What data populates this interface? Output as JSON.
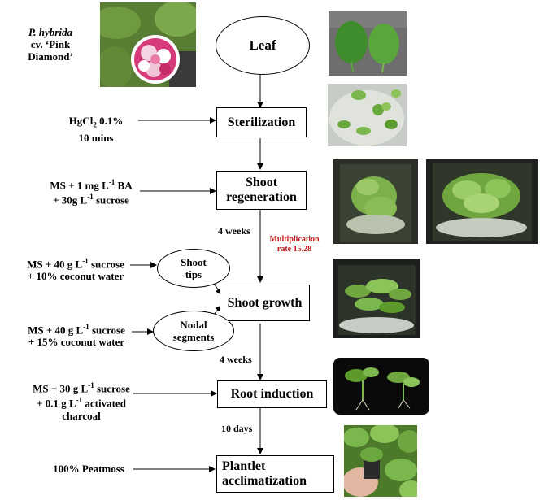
{
  "species": {
    "name": "P. hybrida",
    "cultivar_line1": "cv. ‘Pink",
    "cultivar_line2": "Diamond’"
  },
  "nodes": {
    "leaf": "Leaf",
    "sterilization": "Sterilization",
    "shoot_regen_line1": "Shoot",
    "shoot_regen_line2": "regeneration",
    "shoot_tips_line1": "Shoot",
    "shoot_tips_line2": "tips",
    "nodal_line1": "Nodal",
    "nodal_line2": "segments",
    "shoot_growth": "Shoot growth",
    "root_induction": "Root induction",
    "plantlet_line1": "Plantlet",
    "plantlet_line2": "acclimatization"
  },
  "conditions": {
    "hgcl2_line1_a": "HgCl",
    "hgcl2_line1_sub": "2",
    "hgcl2_line1_b": " 0.1%",
    "hgcl2_line2": "10 mins",
    "regen_line1_a": "MS + 1 mg L",
    "regen_line1_sup": "-1",
    "regen_line1_b": " BA",
    "regen_line2_a": "+ 30g L",
    "regen_line2_sup": "-1",
    "regen_line2_b": " sucrose",
    "tips_line1_a": "MS + 40 g L",
    "tips_line1_sup": "-1",
    "tips_line1_b": " sucrose",
    "tips_line2": "+ 10% coconut water",
    "nodal_line1_a": "MS + 40 g L",
    "nodal_line1_sup": "-1",
    "nodal_line1_b": " sucrose",
    "nodal_line2": "+ 15% coconut water",
    "root_line1_a": "MS + 30 g L",
    "root_line1_sup": "-1",
    "root_line1_b": " sucrose",
    "root_line2_a": "+ 0.1 g L",
    "root_line2_sup": "-1",
    "root_line2_b": " activated",
    "root_line3": "charcoal",
    "peat": "100% Peatmoss"
  },
  "durations": {
    "d1": "4 weeks",
    "d2": "4 weeks",
    "d3": "10 days"
  },
  "multiplication": {
    "line1": "Multiplication",
    "line2": "rate 15.28"
  },
  "colors": {
    "accent_red": "#c0181a",
    "plant_green": "#5d9a2e",
    "flower_pink": "#d63a7a"
  },
  "photos": [
    "petunia-flower",
    "two-leaves",
    "sterilized-explants",
    "callus-regeneration",
    "shoot-cluster",
    "shoot-growth-jar",
    "rooted-plantlets",
    "acclimatized-plantlet"
  ]
}
